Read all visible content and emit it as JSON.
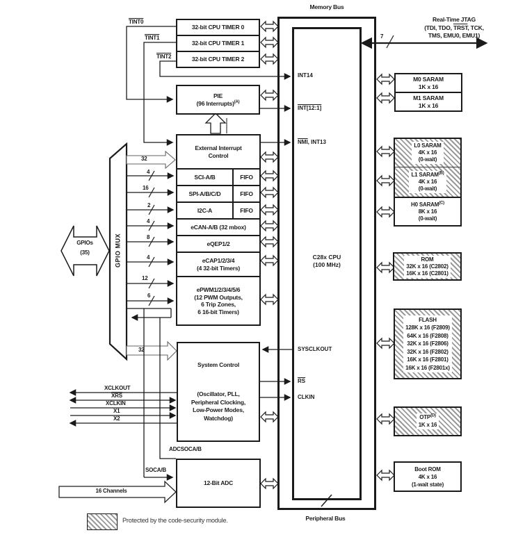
{
  "labels": {
    "memory_bus": "Memory Bus",
    "peripheral_bus": "Peripheral Bus",
    "protected_note": "Protected by the code-security module."
  },
  "jtag": {
    "title": "Real-Time JTAG",
    "l2a": "(TDI, TDO, ",
    "l2b": "TRST",
    "l2c": ", TCK,",
    "l3": "TMS, EMU0, EMU1)",
    "bus_width": "7"
  },
  "timers": {
    "t0": "32-bit CPU TIMER 0",
    "t1": "32-bit CPU TIMER 1",
    "t2": "32-bit CPU TIMER 2",
    "tint0": "TINT0",
    "tint1": "TINT1",
    "tint2": "TINT2"
  },
  "pie": {
    "title": "PIE",
    "subtitle": "(96 Interrupts)",
    "sup": "(A)"
  },
  "extint": {
    "l1": "External Interrupt",
    "l2": "Control",
    "width": "32"
  },
  "periph": {
    "sci": {
      "label": "SCI-A/B",
      "fifo": "FIFO",
      "width": "4"
    },
    "spi": {
      "label": "SPI-A/B/C/D",
      "fifo": "FIFO",
      "width": "16"
    },
    "i2c": {
      "label": "I2C-A",
      "fifo": "FIFO",
      "width": "2"
    },
    "ecan": {
      "label": "eCAN-A/B (32 mbox)",
      "width": "4"
    },
    "eqep": {
      "label": "eQEP1/2",
      "width": "8"
    },
    "ecap": {
      "label": "eCAP1/2/3/4",
      "sub": "(4 32-bit Timers)",
      "width": "4"
    },
    "epwm": {
      "label": "ePWM1/2/3/4/5/6",
      "sub1": "(12 PWM Outputs,",
      "sub2": "6 Trip Zones,",
      "sub3": "6 16-bit Timers)",
      "width_a": "12",
      "width_b": "6"
    }
  },
  "gpio": {
    "mux": "GPIO MUX",
    "arrow_l1": "GPIOs",
    "arrow_l2": "(35)"
  },
  "sysctrl": {
    "title": "System Control",
    "sub1": "(Oscillator, PLL,",
    "sub2": "Peripheral Clocking,",
    "sub3": "Low-Power Modes,",
    "sub4": "Watchdog)",
    "width": "32",
    "xclkout": "XCLKOUT",
    "xrs": "XRS",
    "xclkin": "XCLKIN",
    "x1": "X1",
    "x2": "X2"
  },
  "adc": {
    "title": "12-Bit ADC",
    "channels": "16 Channels",
    "soca": "SOCA/B",
    "adcsoc": "ADCSOCA/B"
  },
  "cpu": {
    "title": "C28x CPU",
    "freq": "(100 MHz)",
    "int14": "INT14",
    "int12": "INT[12:1]",
    "nmi": "NMI",
    "nmi_rest": ", INT13",
    "sysclkout": "SYSCLKOUT",
    "rs": "RS",
    "clkin": "CLKIN"
  },
  "mem": {
    "m0": {
      "l1": "M0 SARAM",
      "l2": "1K x 16"
    },
    "m1": {
      "l1": "M1 SARAM",
      "l2": "1K x 16"
    },
    "l0": {
      "l1": "L0 SARAM",
      "l2": "4K x 16",
      "l3": "(0-wait)"
    },
    "l1s": {
      "l1": "L1 SARAM",
      "sup": "(B)",
      "l2": "4K x 16",
      "l3": "(0-wait)"
    },
    "h0": {
      "l1": "H0 SARAM",
      "sup": "(C)",
      "l2": "8K x 16",
      "l3": "(0-wait)"
    },
    "rom": {
      "l1": "ROM",
      "l2": "32K x 16 (C2802)",
      "l3": "16K x 16 (C2801)"
    },
    "flash": {
      "l1": "FLASH",
      "lines": [
        "128K x 16 (F2809)",
        "64K x 16 (F2808)",
        "32K x 16 (F2806)",
        "32K x 16 (F2802)",
        "16K x 16 (F2801)",
        "16K x 16 (F2801x)"
      ]
    },
    "otp": {
      "l1": "OTP",
      "sup": "(D)",
      "l2": "1K x 16"
    },
    "bootrom": {
      "l1": "Boot ROM",
      "l2": "4K x 16",
      "l3": "(1-wait state)"
    }
  }
}
